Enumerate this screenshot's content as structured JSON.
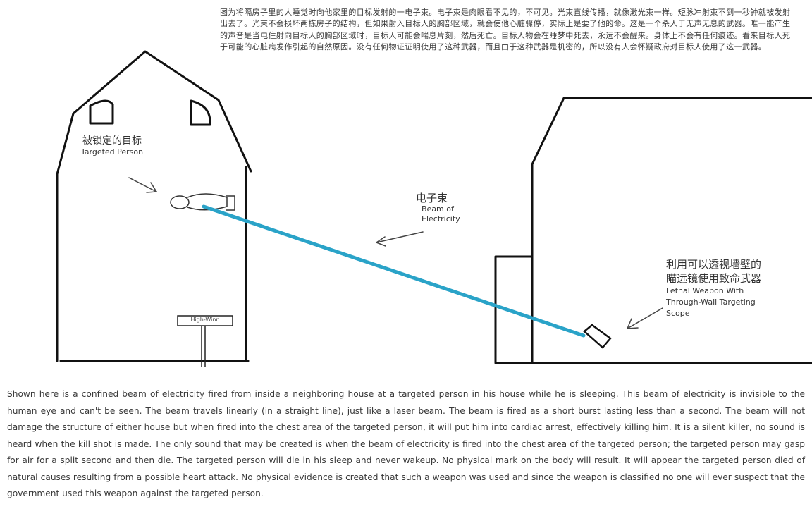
{
  "chinese_paragraph": "图为将隔房子里的人睡觉时向他家里的目标发射的一电子束。电子束是肉眼看不见的，不可见。光束直线传播，就像激光束一样。短脉冲射束不到一秒钟就被发射出去了。光束不会损坏两栋房子的结构，但如果射入目标人的胸部区域，就会使他心脏骤停，实际上是要了他的命。这是一个杀人于无声无息的武器。唯一能产生的声音是当电住射向目标人的胸部区域时，目标人可能会喘息片刻，然后死亡。目标人物会在睡梦中死去，永远不会醒来。身体上不会有任何痕迹。看来目标人死于可能的心脏病发作引起的自然原因。没有任何物证证明使用了这种武器，而且由于这种武器是机密的，所以没有人会怀疑政府对目标人使用了这一武器。",
  "labels": {
    "target_zh": "被锁定的目标",
    "target_en": "Targeted Person",
    "beam_zh": "电子束",
    "beam_en_line1": "Beam of",
    "beam_en_line2": "Electricity",
    "weapon_zh_line1": "利用可以透视墙壁的",
    "weapon_zh_line2": "瞄远镜使用致命武器",
    "weapon_en_line1": "Lethal Weapon With",
    "weapon_en_line2": "Through-Wall Targeting",
    "weapon_en_line3": "Scope",
    "sign": "High-Winn"
  },
  "english_paragraph": "Shown here is a confined beam of electricity fired from inside a neighboring house at a targeted person in his house while he is sleeping. This beam of electricity is invisible to the human eye and can't be seen. The beam travels linearly (in a straight line), just like a laser beam. The beam is fired as a short burst lasting less than a second. The beam will not damage the structure of either house but when fired into the chest area of the targeted person, it will put him into cardiac arrest, effectively killing him. It is a silent killer, no sound is heard when the kill shot is made. The only sound that may be created is when the beam of electricity is fired into the chest area of the targeted person; the targeted person may gasp for air for a split second and then die. The targeted person will die in his sleep and never wakeup. No physical mark on the body will result. It will appear the targeted person died of natural causes resulting from a possible heart attack. No physical evidence is created that such a weapon was used and since the weapon is classified no one will ever suspect that the government used this weapon against the targeted person.",
  "colors": {
    "beam": "#2aa3c8",
    "ink": "#111111",
    "text": "#3a3a3a"
  }
}
